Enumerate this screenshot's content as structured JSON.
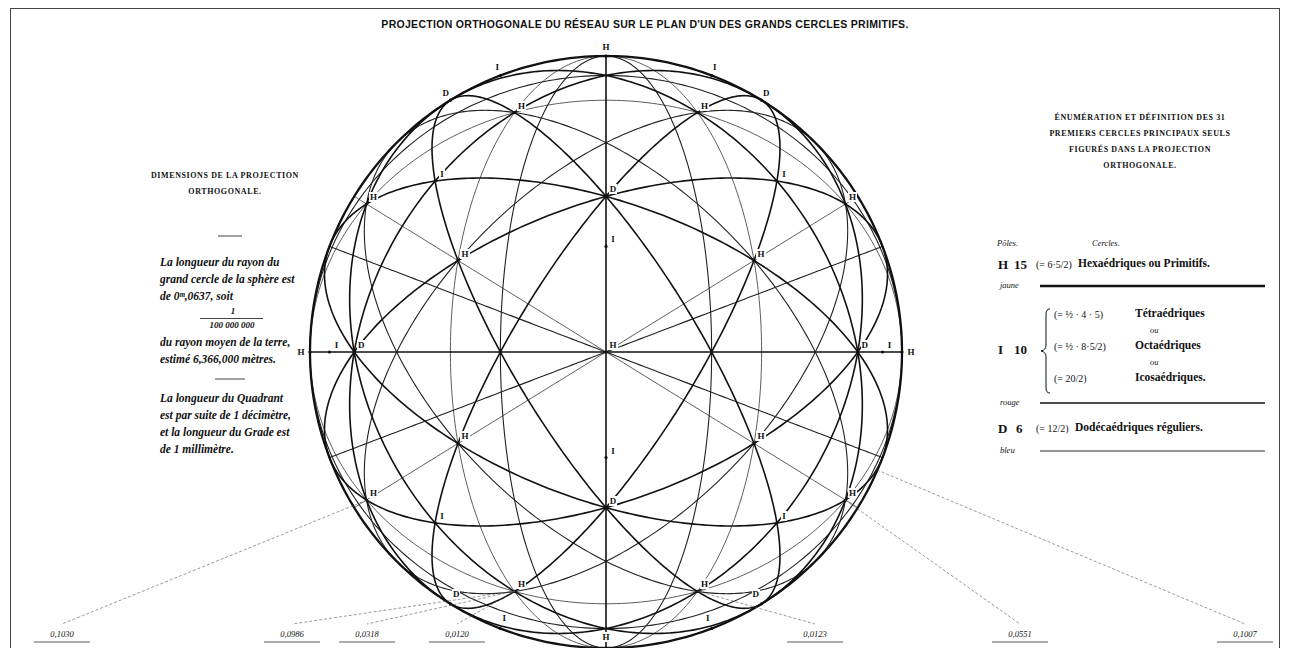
{
  "diagram": {
    "title": "PROJECTION ORTHOGONALE DU RÉSEAU SUR LE PLAN D'UN DES GRANDS CERCLES PRIMITIFS.",
    "labels": [
      "DIMENSIONS DE LA PROJECTION ORTHOGONALE.",
      "La longueur du rayon du grand cercle de la sphère est de 0ᵐ,0637, soit",
      "1",
      "100 000 000",
      "du rayon moyen de la terre, estimé 6,366,000 mètres.",
      "La longueur du Quadrant est par suite de 1 décimètre, et la longueur du Grade est de 1 millimètre.",
      "ÉNUMÉRATION ET DÉFINITION DES 31 PREMIERS CERCLES PRINCIPAUX SEULS FIGURÉS DANS LA PROJECTION ORTHOGONALE.",
      "Pôles.",
      "Cercles.",
      "H",
      "15",
      "(= 6·5/2)",
      "Hexaédriques ou Primitifs.",
      "I",
      "10",
      "(= ½ · 4 · 5)",
      "Tétraédriques",
      "ou",
      "(= ½ · 8·5/2)",
      "Octaédriques",
      "ou",
      "(= 20/2)",
      "Icosaédriques.",
      "D",
      "6",
      "(= 12/2)",
      "Dodécaédriques réguliers.",
      "0,1030",
      "0,0986",
      "0,0318",
      "0,0120",
      "0,0123",
      "0,0551",
      "0,1007",
      "H",
      "H",
      "H",
      "H",
      "H",
      "H",
      "H",
      "H",
      "H",
      "H",
      "H",
      "H",
      "H",
      "H",
      "H",
      "H",
      "H",
      "I",
      "I",
      "I",
      "I",
      "I",
      "I",
      "I",
      "I",
      "I",
      "I",
      "I",
      "I",
      "D",
      "D",
      "D",
      "D",
      "D",
      "D",
      "D",
      "D"
    ],
    "legend": [
      {
        "text": "jaune"
      },
      {
        "text": "rouge"
      },
      {
        "text": "bleu"
      }
    ]
  }
}
